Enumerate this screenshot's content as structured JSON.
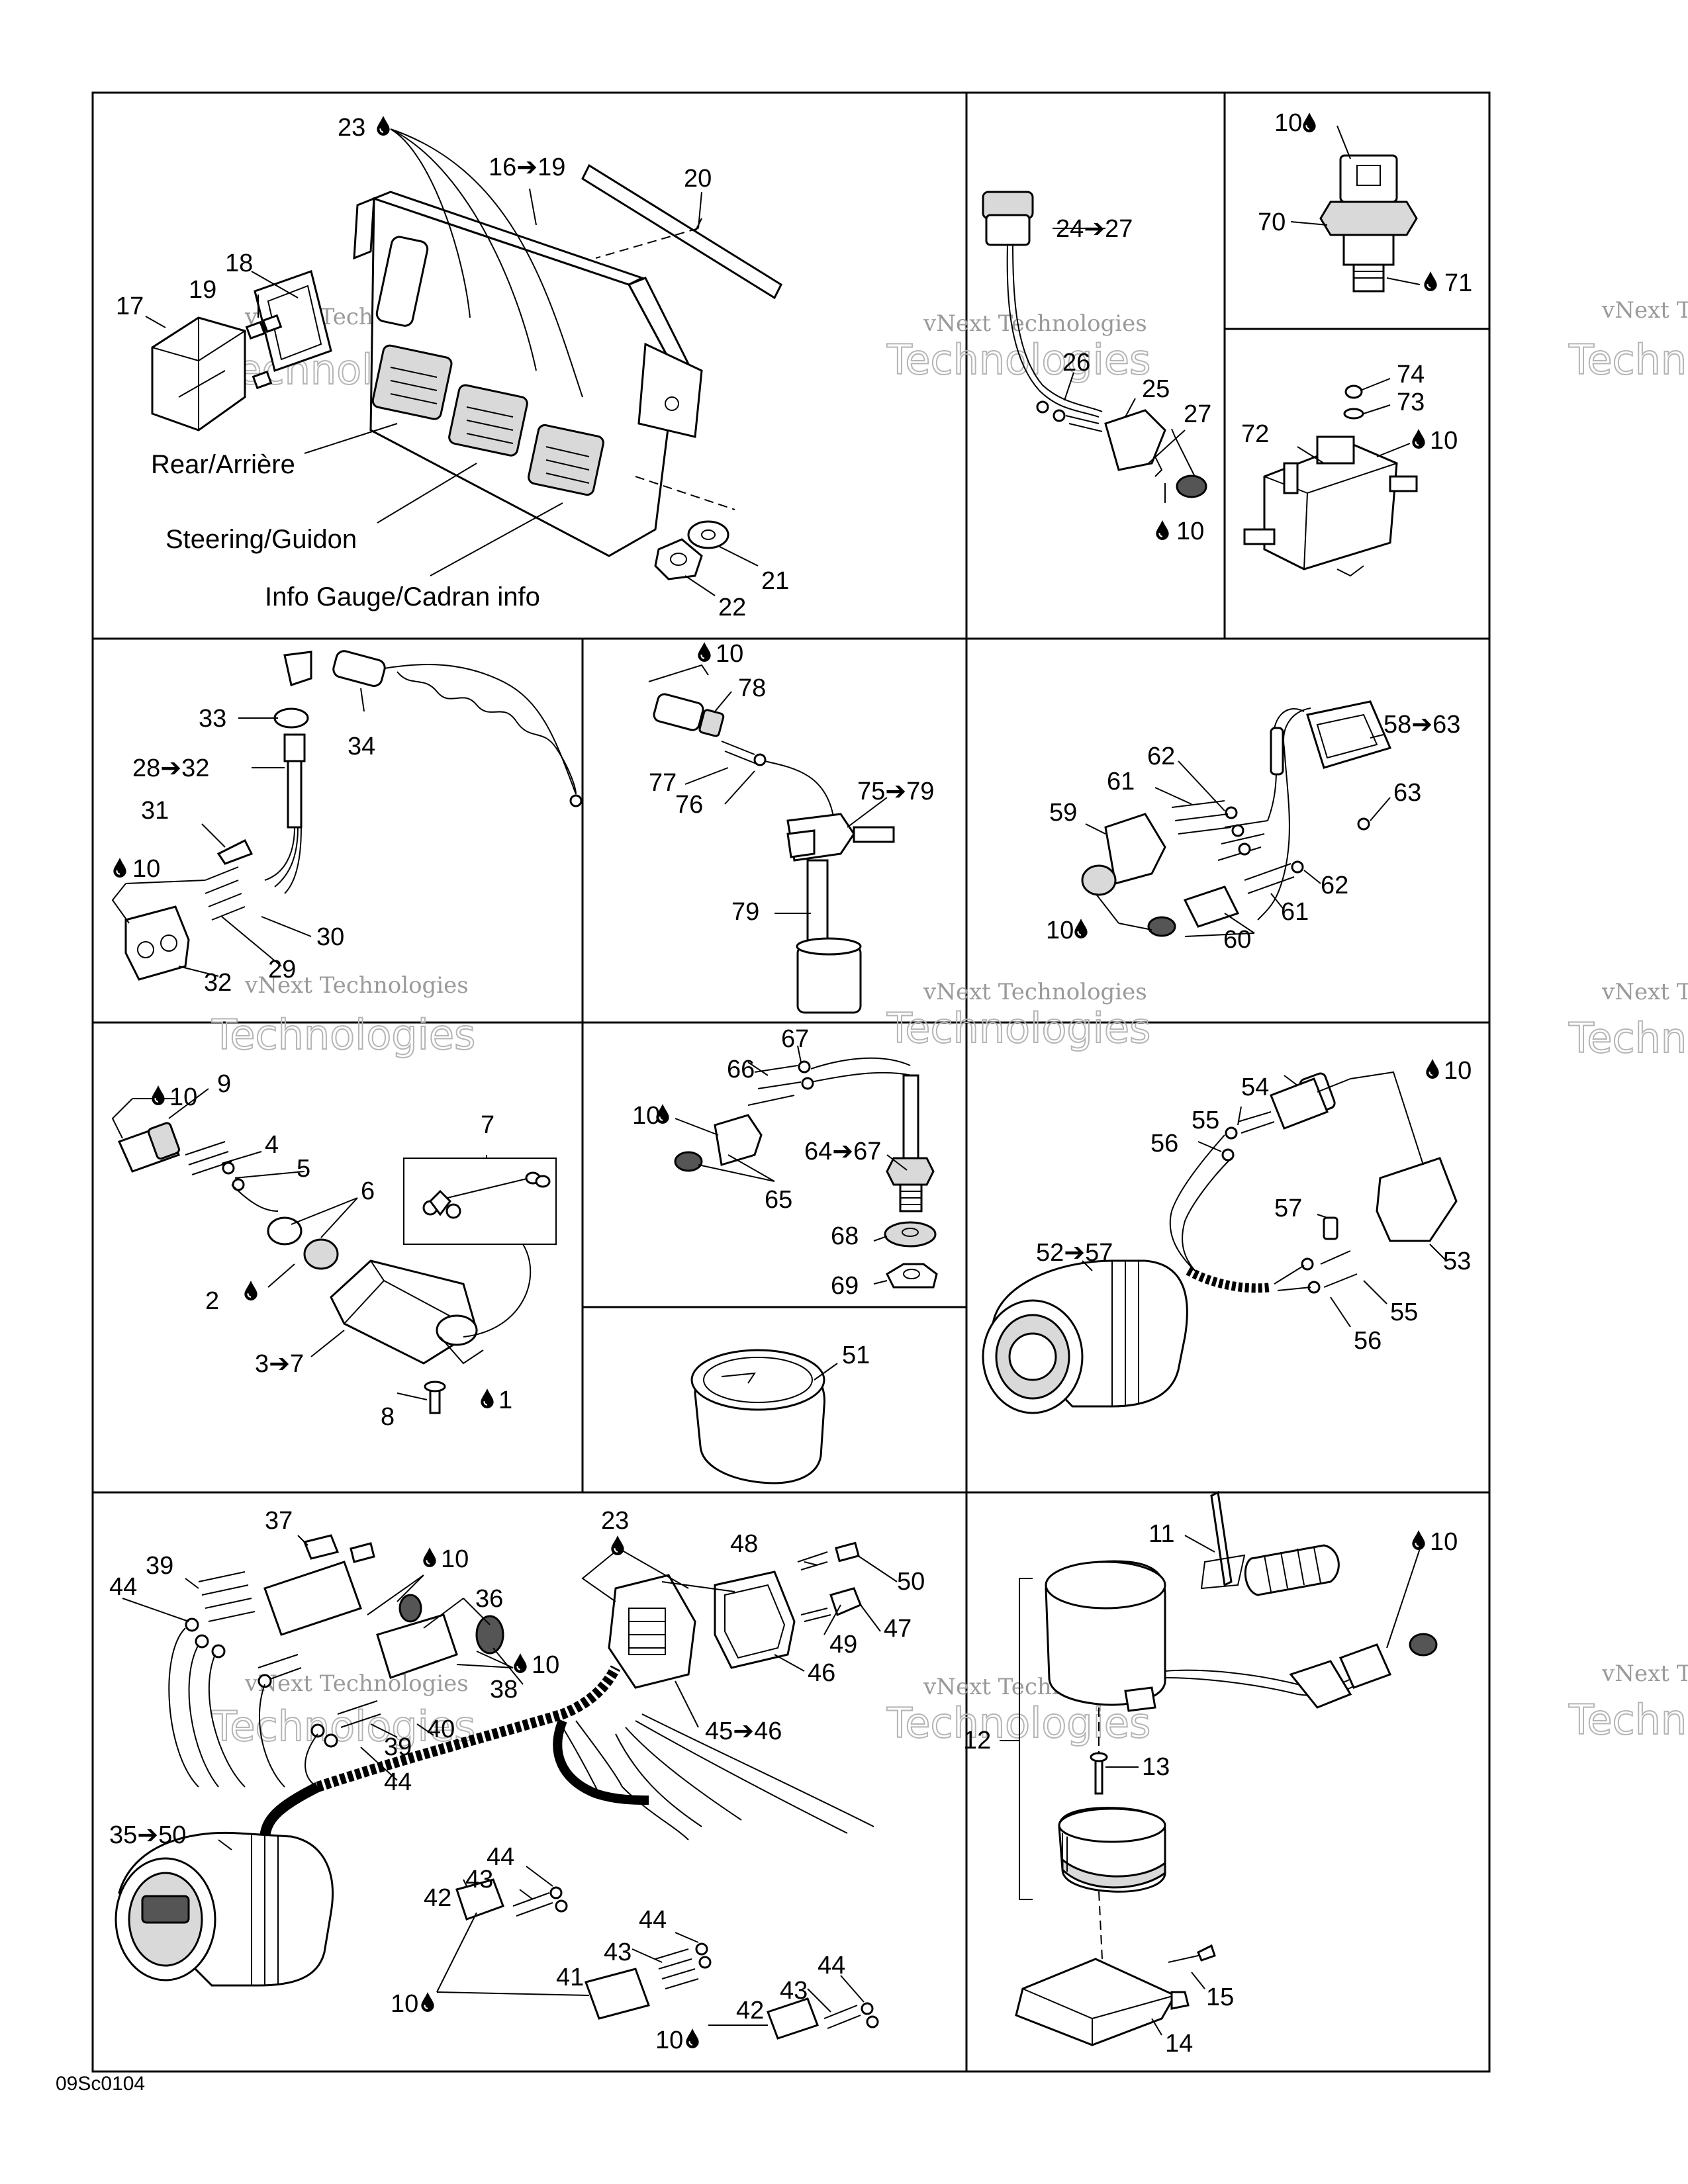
{
  "diagram_code": "09Sc0104",
  "watermark": {
    "line1": "vNext Technologies",
    "line2": "Technologies",
    "edge1": "vNext Te",
    "edge2": "Techn"
  },
  "captions": {
    "rear": "Rear/Arrière",
    "steering": "Steering/Guidon",
    "info_gauge": "Info Gauge/Cadran info"
  },
  "labels": {
    "p1": "23",
    "p2": "16➔19",
    "p3": "20",
    "p4": "18",
    "p5": "19",
    "p6": "17",
    "p7": "21",
    "p8": "22",
    "p9": "24➔27",
    "p10": "26",
    "p11": "25",
    "p12": "27",
    "p13": "10",
    "p14": "10",
    "p15": "70",
    "p16": "71",
    "p17": "74",
    "p18": "73",
    "p19": "72",
    "p20": "10",
    "p21": "33",
    "p22": "34",
    "p23": "28➔32",
    "p24": "31",
    "p25": "10",
    "p26": "30",
    "p27": "29",
    "p28": "32",
    "p29": "10",
    "p30": "78",
    "p31": "77",
    "p32": "76",
    "p33": "75➔79",
    "p34": "79",
    "p35": "58➔63",
    "p36": "62",
    "p37": "61",
    "p38": "63",
    "p39": "59",
    "p40": "62",
    "p41": "61",
    "p42": "10",
    "p43": "60",
    "p44": "10",
    "p45": "9",
    "p46": "4",
    "p47": "5",
    "p48": "6",
    "p49": "7",
    "p50": "2",
    "p51": "3➔7",
    "p52": "8",
    "p53": "1",
    "p54": "67",
    "p55": "66",
    "p56": "10",
    "p57": "64➔67",
    "p58": "65",
    "p59": "68",
    "p60": "69",
    "p61": "51",
    "p62": "54",
    "p63": "10",
    "p64": "55",
    "p65": "56",
    "p66": "57",
    "p67": "53",
    "p68": "52➔57",
    "p69": "55",
    "p70": "56",
    "p71": "37",
    "p72": "44",
    "p73": "39",
    "p74": "10",
    "p75": "36",
    "p76": "10",
    "p77": "38",
    "p78": "40",
    "p79": "39",
    "p80": "44",
    "p81": "23",
    "p82": "48",
    "p83": "50",
    "p84": "49",
    "p85": "47",
    "p86": "46",
    "p87": "45➔46",
    "p88": "35➔50",
    "p89": "44",
    "p90": "43",
    "p91": "42",
    "p92": "44",
    "p93": "43",
    "p94": "41",
    "p95": "44",
    "p96": "43",
    "p97": "42",
    "p98": "10",
    "p99": "10",
    "p100": "11",
    "p101": "10",
    "p102": "12",
    "p103": "13",
    "p104": "15",
    "p105": "14"
  }
}
